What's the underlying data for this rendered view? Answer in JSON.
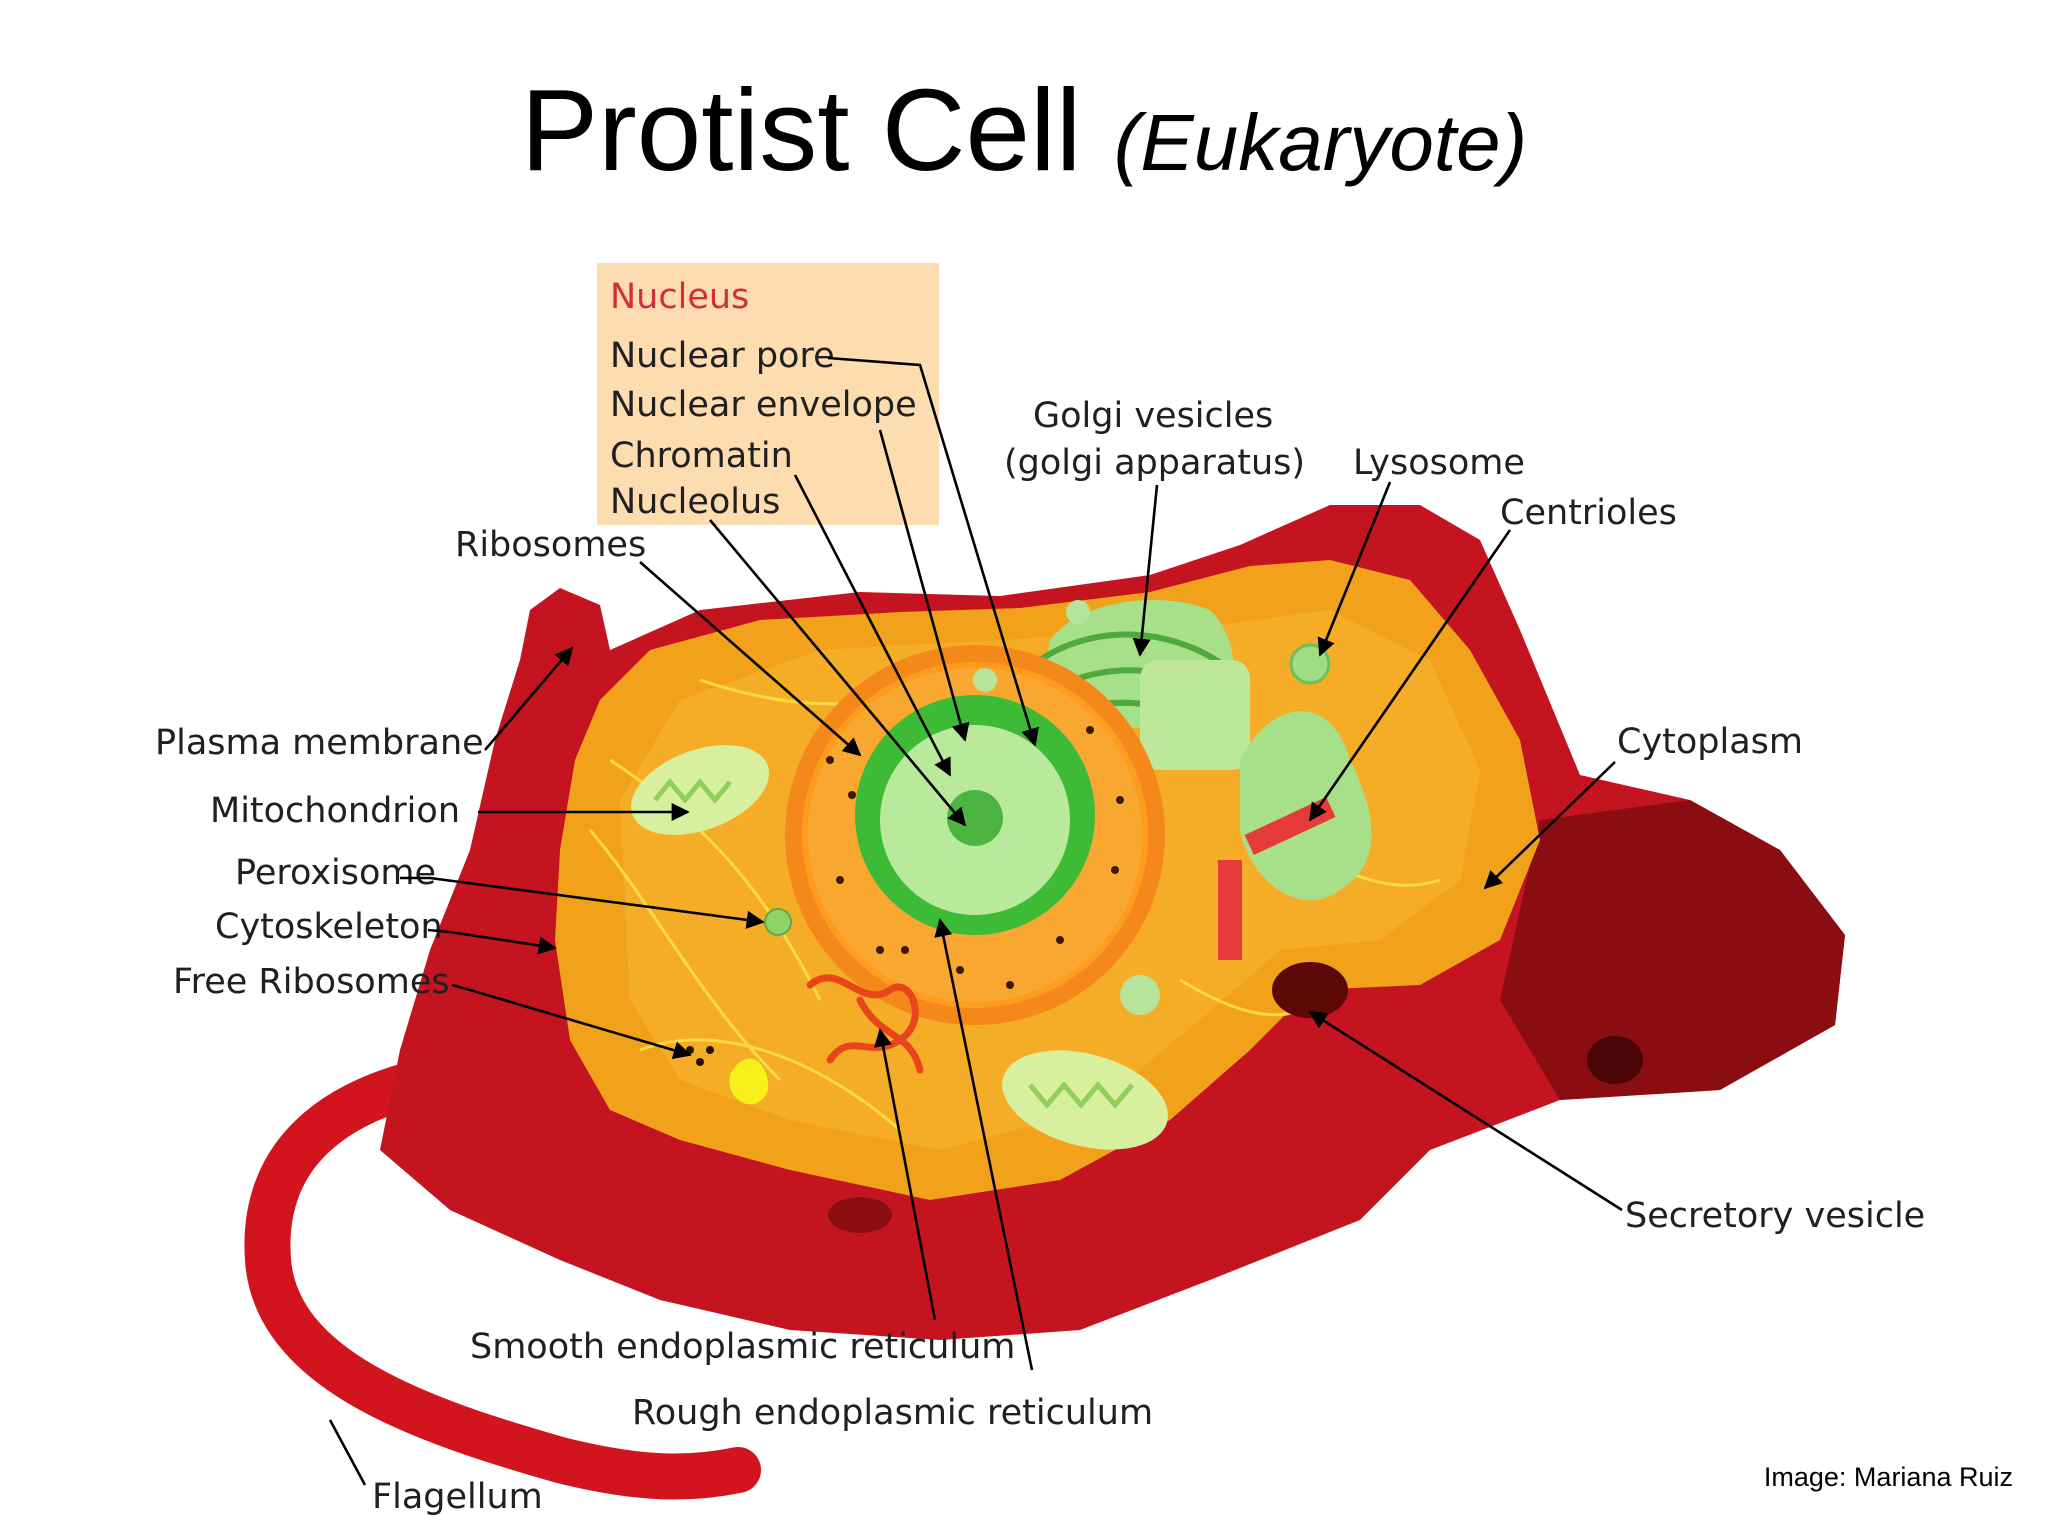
{
  "title": {
    "main": "Protist Cell",
    "sub": "(Eukaryote)"
  },
  "credit": "Image: Mariana Ruiz",
  "nucleus_box": {
    "heading": "Nucleus",
    "items": [
      "Nuclear pore",
      "Nuclear envelope",
      "Chromatin",
      "Nucleolus"
    ]
  },
  "labels": {
    "golgi_line1": "Golgi vesicles",
    "golgi_line2": "(golgi apparatus)",
    "lysosome": "Lysosome",
    "centrioles": "Centrioles",
    "ribosomes": "Ribosomes",
    "plasma_membrane": "Plasma membrane",
    "mitochondrion": "Mitochondrion",
    "peroxisome": "Peroxisome",
    "cytoskeleton": "Cytoskeleton",
    "free_ribosomes": "Free Ribosomes",
    "cytoplasm": "Cytoplasm",
    "secretory_vesicle": "Secretory vesicle",
    "smooth_er": "Smooth endoplasmic reticulum",
    "rough_er": "Rough endoplasmic reticulum",
    "flagellum": "Flagellum"
  },
  "colors": {
    "membrane": "#c4141f",
    "membrane_dark": "#8a0d12",
    "cytoplasm": "#f2a21a",
    "nucleus_box_bg": "#fddcb0",
    "nucleus_heading": "#d42e3c",
    "organelle_green": "#8fd46a"
  }
}
